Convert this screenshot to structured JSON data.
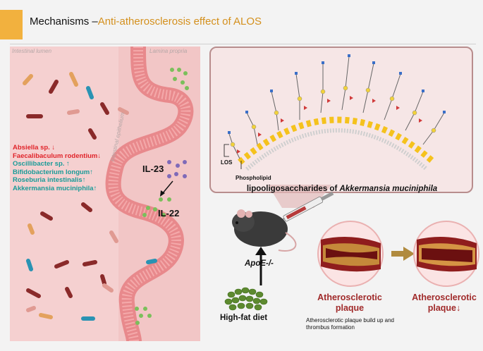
{
  "header": {
    "title_prefix": "Mechanisms –",
    "title_accent": "Anti-atherosclerosis effect of ALOS"
  },
  "left_panel": {
    "lumen_label": "Intestinal lumen",
    "lamina_label": "Lamina propria",
    "epithelium_label": "Intestinal epithelium",
    "bacteria": [
      {
        "text": "Absiella sp. ↓",
        "trend": "down"
      },
      {
        "text": "Faecalibaculum rodentium↓",
        "trend": "down"
      },
      {
        "text": "Oscillibacter sp. ↑",
        "trend": "up"
      },
      {
        "text": "Bifidobacterium longum↑",
        "trend": "up"
      },
      {
        "text": "Roseburia intestinalis↑",
        "trend": "up"
      },
      {
        "text": "Akkermansia muciniphila↑",
        "trend": "up"
      }
    ],
    "il23": "IL-23",
    "il22": "IL-22"
  },
  "los_panel": {
    "los_label": "LOS",
    "phospholipid_label": "Phospholipid",
    "caption_prefix": "lipooligosaccharides of ",
    "caption_species": "Akkermansia muciniphila"
  },
  "mouse": {
    "model_label": "ApoE-/-",
    "diet_label": "High-fat diet"
  },
  "outcome": {
    "plaque_before_line1": "Atherosclerotic",
    "plaque_before_line2": "plaque",
    "plaque_after_line1": "Atherosclerotic",
    "plaque_after_line2": "plaque↓",
    "description": "Atherosclerotic plaque build up and thrombus formation"
  },
  "colors": {
    "accent": "#d4901d",
    "down_red": "#e0242a",
    "up_teal": "#1a9b98",
    "plaque_red": "#a02a2a",
    "panel_pink": "#f5d0d0"
  }
}
